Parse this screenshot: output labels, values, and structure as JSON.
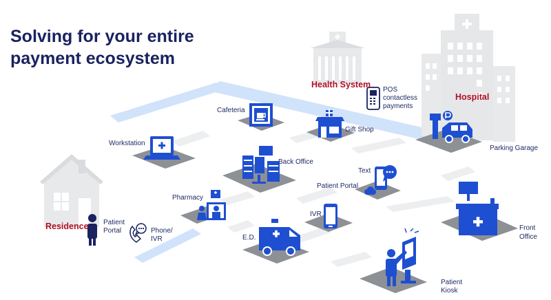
{
  "title_line1": "Solving for your entire",
  "title_line2": "payment ecosystem",
  "colors": {
    "blue": "#1e4fd1",
    "navy": "#1a2260",
    "red": "#b01025",
    "path": "#cfe2fb",
    "platform": "#8d9095",
    "building": "#e8e9eb"
  },
  "labels": {
    "health_system": "Health System",
    "hospital": "Hospital",
    "residence": "Residence",
    "pos_line1": "POS",
    "pos_line2": "contactless",
    "pos_line3": "payments",
    "cafeteria": "Cafeteria",
    "gift_shop": "Gift Shop",
    "parking_garage": "Parking Garage",
    "workstation": "Workstation",
    "back_office": "Back Office",
    "text": "Text",
    "patient_portal": "Patient Portal",
    "pharmacy": "Pharmacy",
    "residence_portal_line1": "Patient",
    "residence_portal_line2": "Portal",
    "phone_line1": "Phone/",
    "phone_line2": "IVR",
    "ivr": "IVR",
    "ed": "E.D.",
    "front_office_line1": "Front",
    "front_office_line2": "Office",
    "kiosk_line1": "Patient",
    "kiosk_line2": "Kiosk"
  }
}
